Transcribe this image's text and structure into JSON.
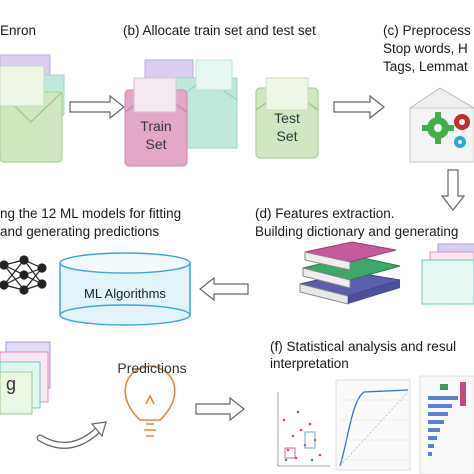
{
  "steps": {
    "a": {
      "title": "Enron"
    },
    "b": {
      "title": "(b) Allocate train set and test set",
      "train_label_1": "Train",
      "train_label_2": "Set",
      "test_label_1": "Test",
      "test_label_2": "Set"
    },
    "c": {
      "line1": "(c) Preprocess",
      "line2": "Stop words, H",
      "line3": "Tags, Lemmat"
    },
    "d": {
      "line1": "(d) Features extraction.",
      "line2": "Building dictionary and generating"
    },
    "e": {
      "line1": "ng the 12 ML models for fitting",
      "line2": "and generating predictions",
      "disk_label": "ML Algorithms"
    },
    "f": {
      "line1": "(f) Statistical analysis and resul",
      "line2": "interpretation",
      "predictions_label": "Predictions",
      "doc_letter": "g"
    }
  },
  "colors": {
    "envelope_green": "#cfe8c0",
    "envelope_purple": "#d9cdf2",
    "envelope_teal": "#bfe9dd",
    "envelope_pink": "#e3a7c7",
    "gear_green": "#3fb04a",
    "gear_red": "#c0302a",
    "gear_blue": "#29a8d6",
    "disk_fill": "#e2f3fb",
    "disk_stroke": "#39a9d9",
    "bulb_stroke": "#e08a3a"
  },
  "icons": [
    "envelope-icon",
    "arrow-icon",
    "gear-icon",
    "books-icon",
    "neural-network-icon",
    "database-icon",
    "lightbulb-icon",
    "chart-icon",
    "document-stack-icon"
  ]
}
